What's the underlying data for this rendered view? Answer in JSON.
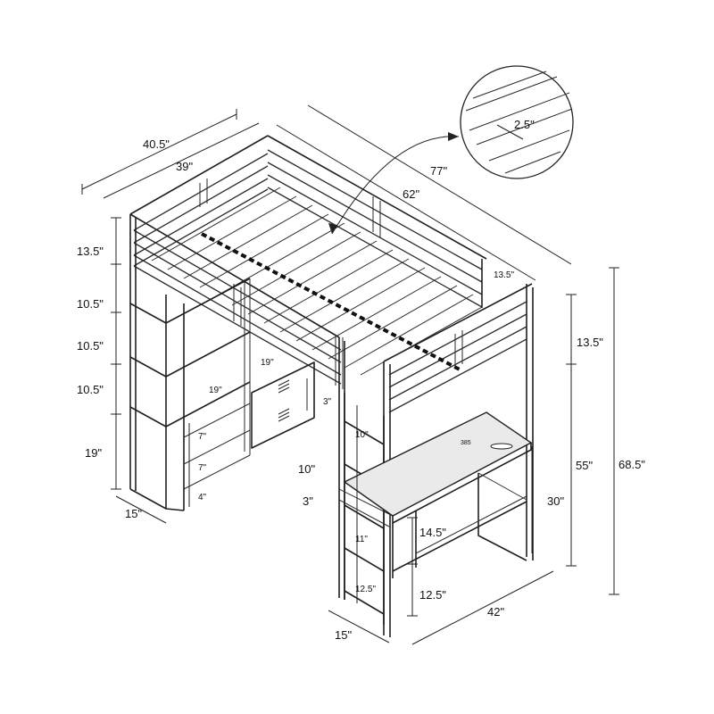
{
  "dimensions": {
    "d_40_5": "40.5\"",
    "d_39": "39\"",
    "d_77": "77\"",
    "d_62": "62\"",
    "d_2_5": "2.5\"",
    "d_13_5_top_left": "13.5\"",
    "d_13_5_rail_right": "13.5\"",
    "d_13_5_right": "13.5\"",
    "d_10_5_a": "10.5\"",
    "d_10_5_b": "10.5\"",
    "d_10_5_c": "10.5\"",
    "d_19_left": "19\"",
    "d_19_shelf_a": "19\"",
    "d_19_shelf_b": "19\"",
    "d_7_a": "7\"",
    "d_7_b": "7\"",
    "d_4": "4\"",
    "d_15_left": "15\"",
    "d_3_top": "3\"",
    "d_10_small": "10\"",
    "d_10_large": "10\"",
    "d_3_large": "3\"",
    "d_11": "11\"",
    "d_12_5_small": "12.5\"",
    "d_12_5_large": "12.5\"",
    "d_14_5": "14.5\"",
    "d_30": "30\"",
    "d_55": "55\"",
    "d_68_5": "68.5\"",
    "d_42": "42\"",
    "d_15_bottom": "15\"",
    "desk_text": "385"
  }
}
